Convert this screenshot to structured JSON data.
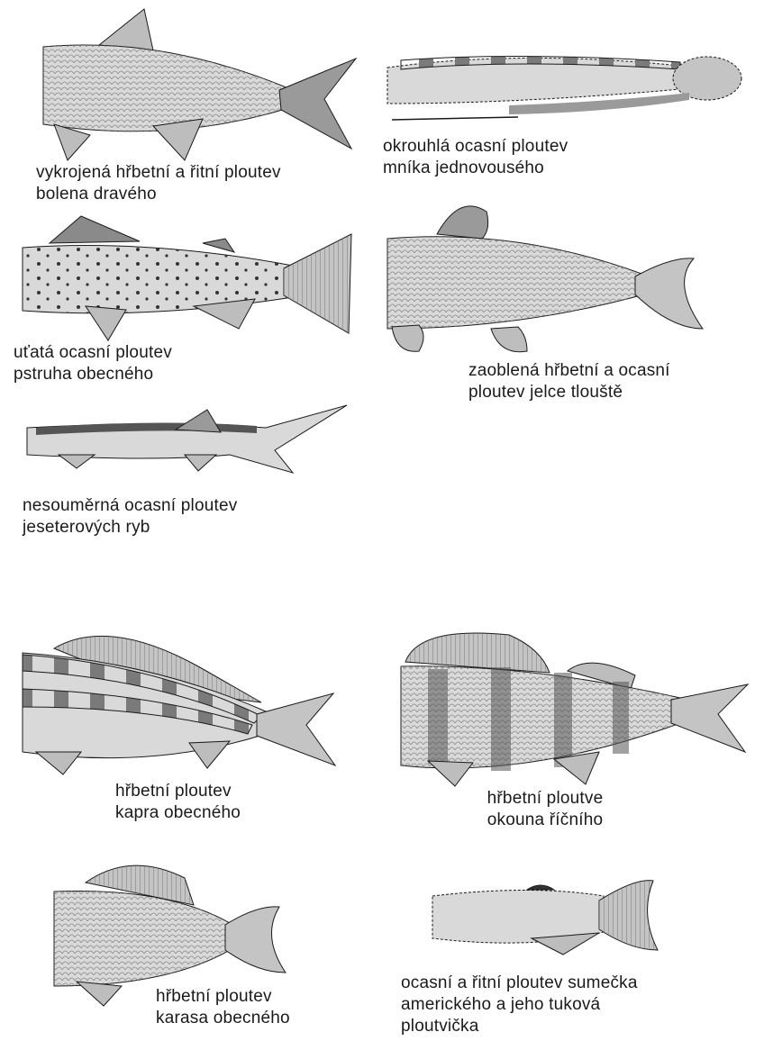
{
  "figures": [
    {
      "id": "bolen",
      "caption": [
        "vykrojená hřbetní a řitní ploutev",
        "bolena dravého"
      ]
    },
    {
      "id": "mnik",
      "caption": [
        "okrouhlá ocasní ploutev",
        "mníka jednovousého"
      ]
    },
    {
      "id": "pstruh",
      "caption": [
        "uťatá ocasní ploutev",
        "pstruha obecného"
      ]
    },
    {
      "id": "jelec",
      "caption": [
        "zaoblená hřbetní a ocasní",
        "ploutev jelce tlouště"
      ]
    },
    {
      "id": "jeseter",
      "caption": [
        "nesouměrná ocasní ploutev",
        "jeseterových ryb"
      ]
    },
    {
      "id": "kapr",
      "caption": [
        "hřbetní ploutev",
        "kapra obecného"
      ]
    },
    {
      "id": "okoun",
      "caption": [
        "hřbetní ploutve",
        "okouna říčního"
      ]
    },
    {
      "id": "karas",
      "caption": [
        "hřbetní ploutev",
        "karasa obecného"
      ]
    },
    {
      "id": "sumecek",
      "caption": [
        "ocasní a řitní ploutev sumečka",
        "amerického a jeho tuková",
        "ploutvička"
      ]
    }
  ],
  "colors": {
    "ink": "#1a1a1a",
    "body": "#d9d9d9",
    "fin": "#bdbdbd",
    "dark": "#555555"
  }
}
